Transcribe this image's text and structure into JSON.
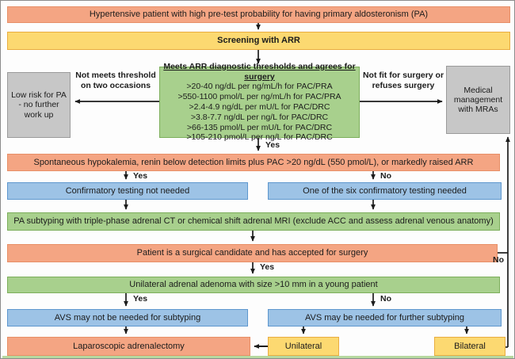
{
  "colors": {
    "salmon_fill": "#F4A583",
    "salmon_border": "#E78F67",
    "yellow_fill": "#FCD971",
    "yellow_border": "#E9AD41",
    "green_fill": "#A8D08D",
    "green_border": "#7CAE5B",
    "blue_fill": "#9DC3E6",
    "blue_border": "#5E97CE",
    "gray_fill": "#C7C7C7",
    "gray_border": "#9B9B9B",
    "line": "#1C1C1C",
    "cutoff_line": "#B7D9A0"
  },
  "boxes": {
    "hypertensive": "Hypertensive patient with high pre-test probability for having primary aldosteronism (PA)",
    "screening": "Screening with ARR",
    "low_risk": "Low risk for PA - no further work up",
    "arr_criteria": {
      "title": "Meets ARR diagnostic thresholds and agrees for surgery",
      "lines": [
        ">20-40 ng/dL per ng/mL/h for PAC/PRA",
        ">550-1100 pmol/L per ng/mL/h for PAC/PRA",
        ">2.4-4.9 ng/dL per mU/L for PAC/DRC",
        ">3.8-7.7 ng/dL per ng/L for PAC/DRC",
        ">66-135 pmol/L per mU/L for PAC/DRC",
        ">105-210 pmol/L per ng/L for PAC/DRC"
      ]
    },
    "medical_mgmt": "Medical management with MRAs",
    "hypokalemia": "Spontaneous hypokalemia, renin below detection limits plus PAC >20 ng/dL (550 pmol/L), or markedly raised ARR",
    "confirmatory_not_needed": "Confirmatory testing not needed",
    "confirmatory_needed": "One of the six confirmatory testing needed",
    "subtyping": "PA subtyping with triple-phase adrenal CT or chemical shift adrenal MRI (exclude ACC and assess adrenal venous anatomy)",
    "surgical_candidate": "Patient is a surgical candidate and has accepted for surgery",
    "adenoma": "Unilateral adrenal adenoma with size >10 mm in a young patient",
    "avs_not_needed": "AVS may not be needed for subtyping",
    "avs_needed": "AVS may be needed for further subtyping",
    "laparoscopic": "Laparoscopic adrenalectomy",
    "unilateral": "Unilateral",
    "bilateral": "Bilateral"
  },
  "edge_labels": {
    "not_meets_threshold": "Not meets threshold on two occasions",
    "not_fit_surgery": "Not fit for surgery or refuses surgery",
    "yes_arr": "Yes",
    "yes_confirmatory": "Yes",
    "no_confirmatory": "No",
    "yes_surgery": "Yes",
    "yes_adenoma": "Yes",
    "no_adenoma": "No",
    "no_surgical": "No"
  }
}
